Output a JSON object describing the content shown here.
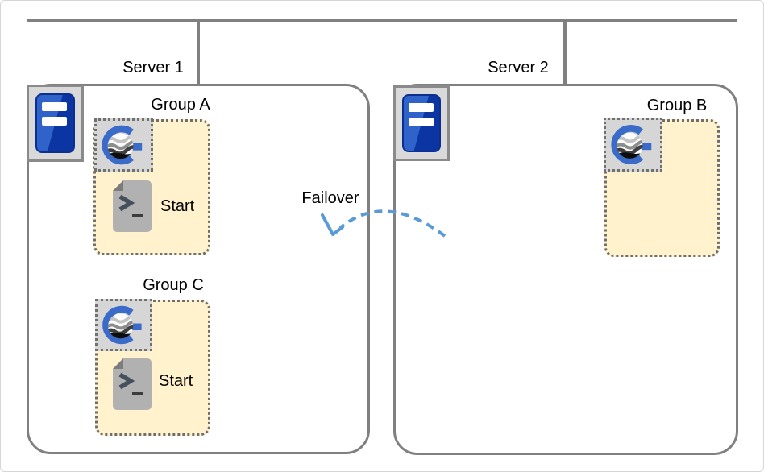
{
  "servers": {
    "server1": {
      "label": "Server 1"
    },
    "server2": {
      "label": "Server 2"
    }
  },
  "groups": {
    "groupA": {
      "label": "Group A",
      "script_label": "Start"
    },
    "groupC": {
      "label": "Group C",
      "script_label": "Start"
    },
    "groupB": {
      "label": "Group B"
    }
  },
  "failover": {
    "label": "Failover"
  },
  "icons": {
    "server_icon": "server-tower-icon",
    "group_app_icon": "globe-g-logo-icon",
    "script_icon": "terminal-script-file-icon",
    "failover_icon": "dashed-curved-arrow-icon"
  },
  "colors": {
    "network_line": "#808080",
    "server_box_border": "#808080",
    "group_fill": "#fff2cc",
    "group_border": "#6e6e6e",
    "icon_chip_bg": "#d9d9d9",
    "server_blue_light": "#2f63ca",
    "server_blue_dark": "#0a35a2",
    "logo_blue": "#3a6bc8",
    "failover_blue": "#5b9bd5",
    "text": "#000000"
  }
}
